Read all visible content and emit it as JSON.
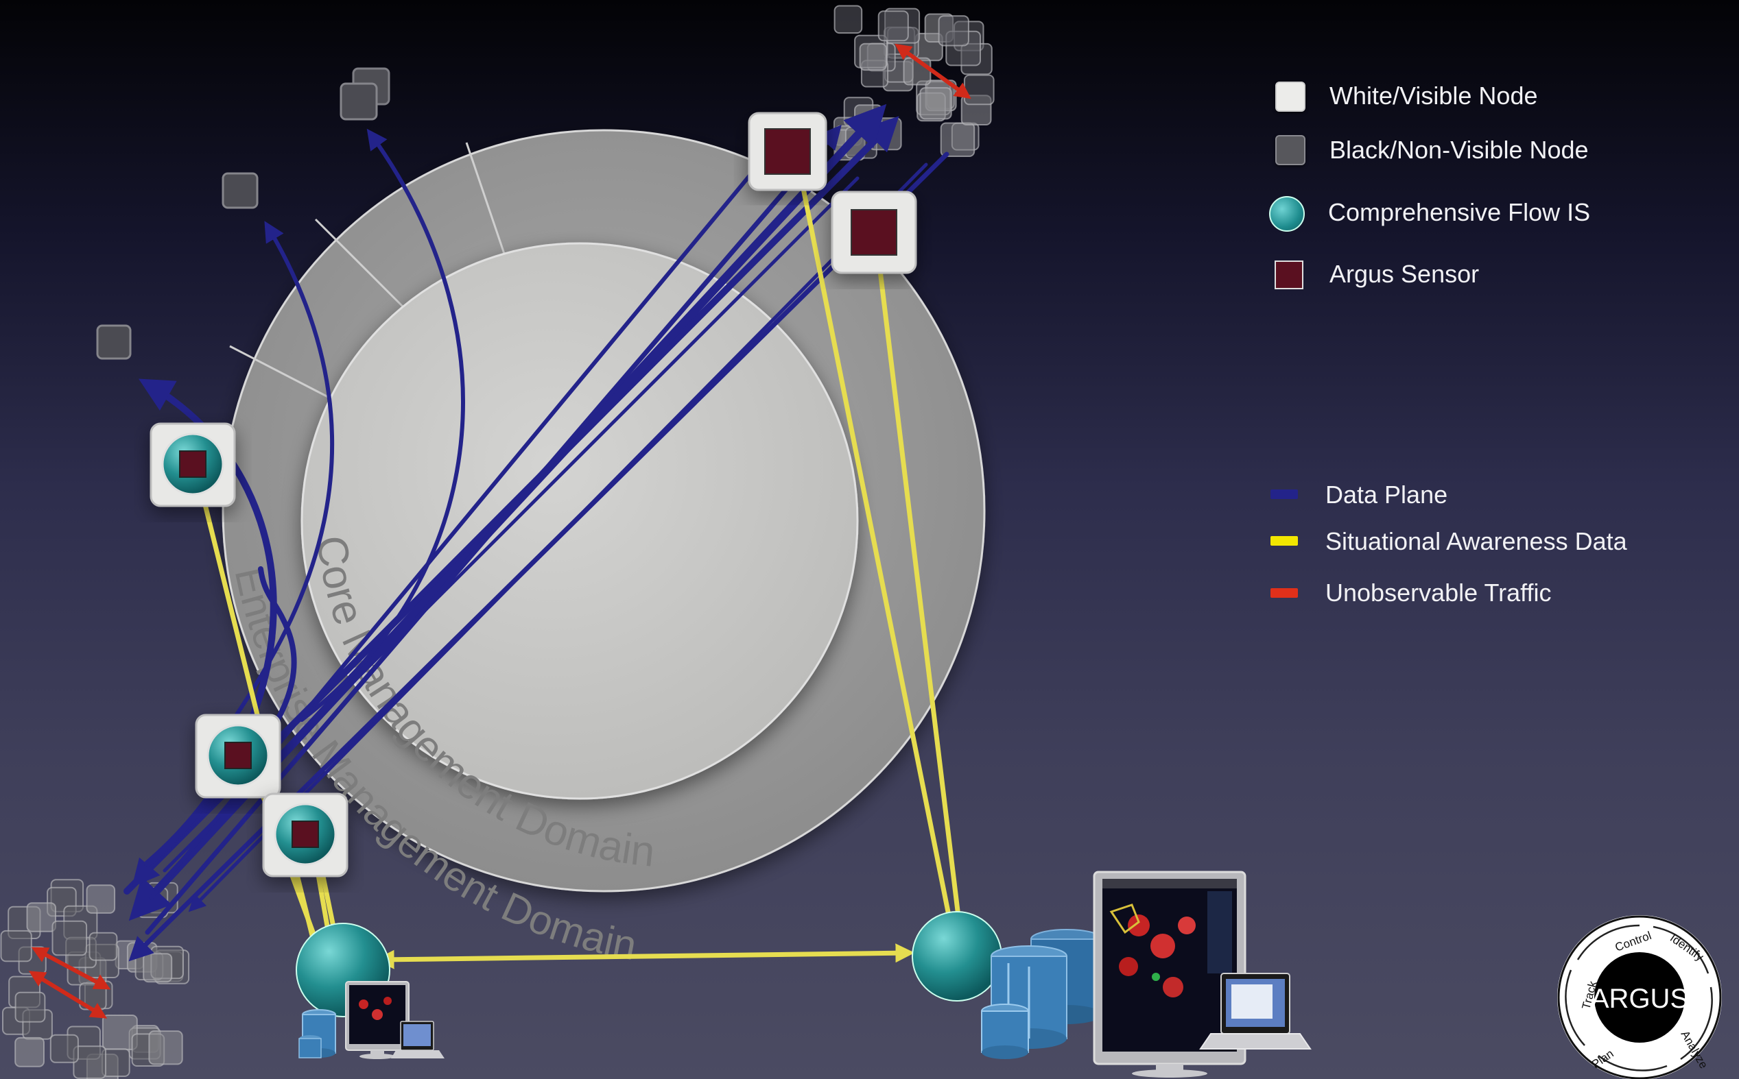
{
  "domains": {
    "outer_label": "Enterprise Management Domain",
    "inner_label": "Core Management Domain"
  },
  "legend": {
    "nodes": [
      {
        "label": "White/Visible Node",
        "swatch": "white-square"
      },
      {
        "label": "Black/Non-Visible Node",
        "swatch": "dark-square"
      },
      {
        "label": "Comprehensive Flow IS",
        "swatch": "teal-circle"
      },
      {
        "label": "Argus Sensor",
        "swatch": "maroon-square"
      }
    ],
    "flows": [
      {
        "label": "Data Plane",
        "color": "#23238a"
      },
      {
        "label": "Situational Awareness Data",
        "color": "#f2e600"
      },
      {
        "label": "Unobservable Traffic",
        "color": "#e0301a"
      }
    ]
  },
  "logo": {
    "center": "ARGUS",
    "cycle": [
      "Control",
      "Identify",
      "Analyze",
      "Plan",
      "Track"
    ]
  },
  "colors": {
    "data_plane": "#23238a",
    "situational": "#e6dd50",
    "unobservable": "#d02a1a",
    "sensor": "#5a1020",
    "flow_is": "#1e8c8e"
  }
}
